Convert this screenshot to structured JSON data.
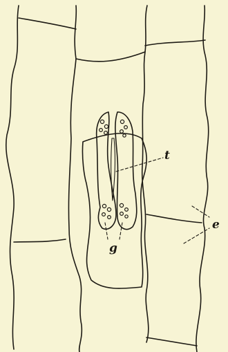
{
  "figure": {
    "background": "#f7f4d4",
    "ink": "#1d1a14",
    "labels": {
      "t": "t",
      "g": "g",
      "e": "e"
    }
  }
}
